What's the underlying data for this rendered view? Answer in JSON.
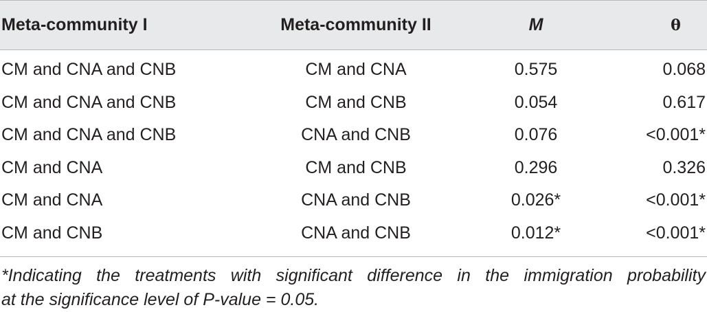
{
  "table": {
    "headers": {
      "col1": "Meta-community I",
      "col2": "Meta-community II",
      "col3": "M",
      "col4": "θ"
    },
    "rows": [
      {
        "c1": "CM and CNA and CNB",
        "c2": "CM and CNA",
        "c3": "0.575",
        "c4": "0.068"
      },
      {
        "c1": "CM and CNA and CNB",
        "c2": "CM and CNB",
        "c3": "0.054",
        "c4": "0.617"
      },
      {
        "c1": "CM and CNA and CNB",
        "c2": "CNA and CNB",
        "c3": "0.076",
        "c4": "<0.001*"
      },
      {
        "c1": "CM and CNA",
        "c2": "CM and CNB",
        "c3": "0.296",
        "c4": "0.326"
      },
      {
        "c1": "CM and CNA",
        "c2": "CNA and CNB",
        "c3": "0.026*",
        "c4": "<0.001*"
      },
      {
        "c1": "CM and CNB",
        "c2": "CNA and CNB",
        "c3": "0.012*",
        "c4": "<0.001*"
      }
    ]
  },
  "footnote": {
    "line1": "*Indicating the treatments with significant difference in the immigration probability",
    "line2": "at the significance level of P-value = 0.05."
  },
  "colors": {
    "header_bg": "#e8e9ea",
    "rule": "#b8b8b8",
    "text": "#231f20"
  }
}
